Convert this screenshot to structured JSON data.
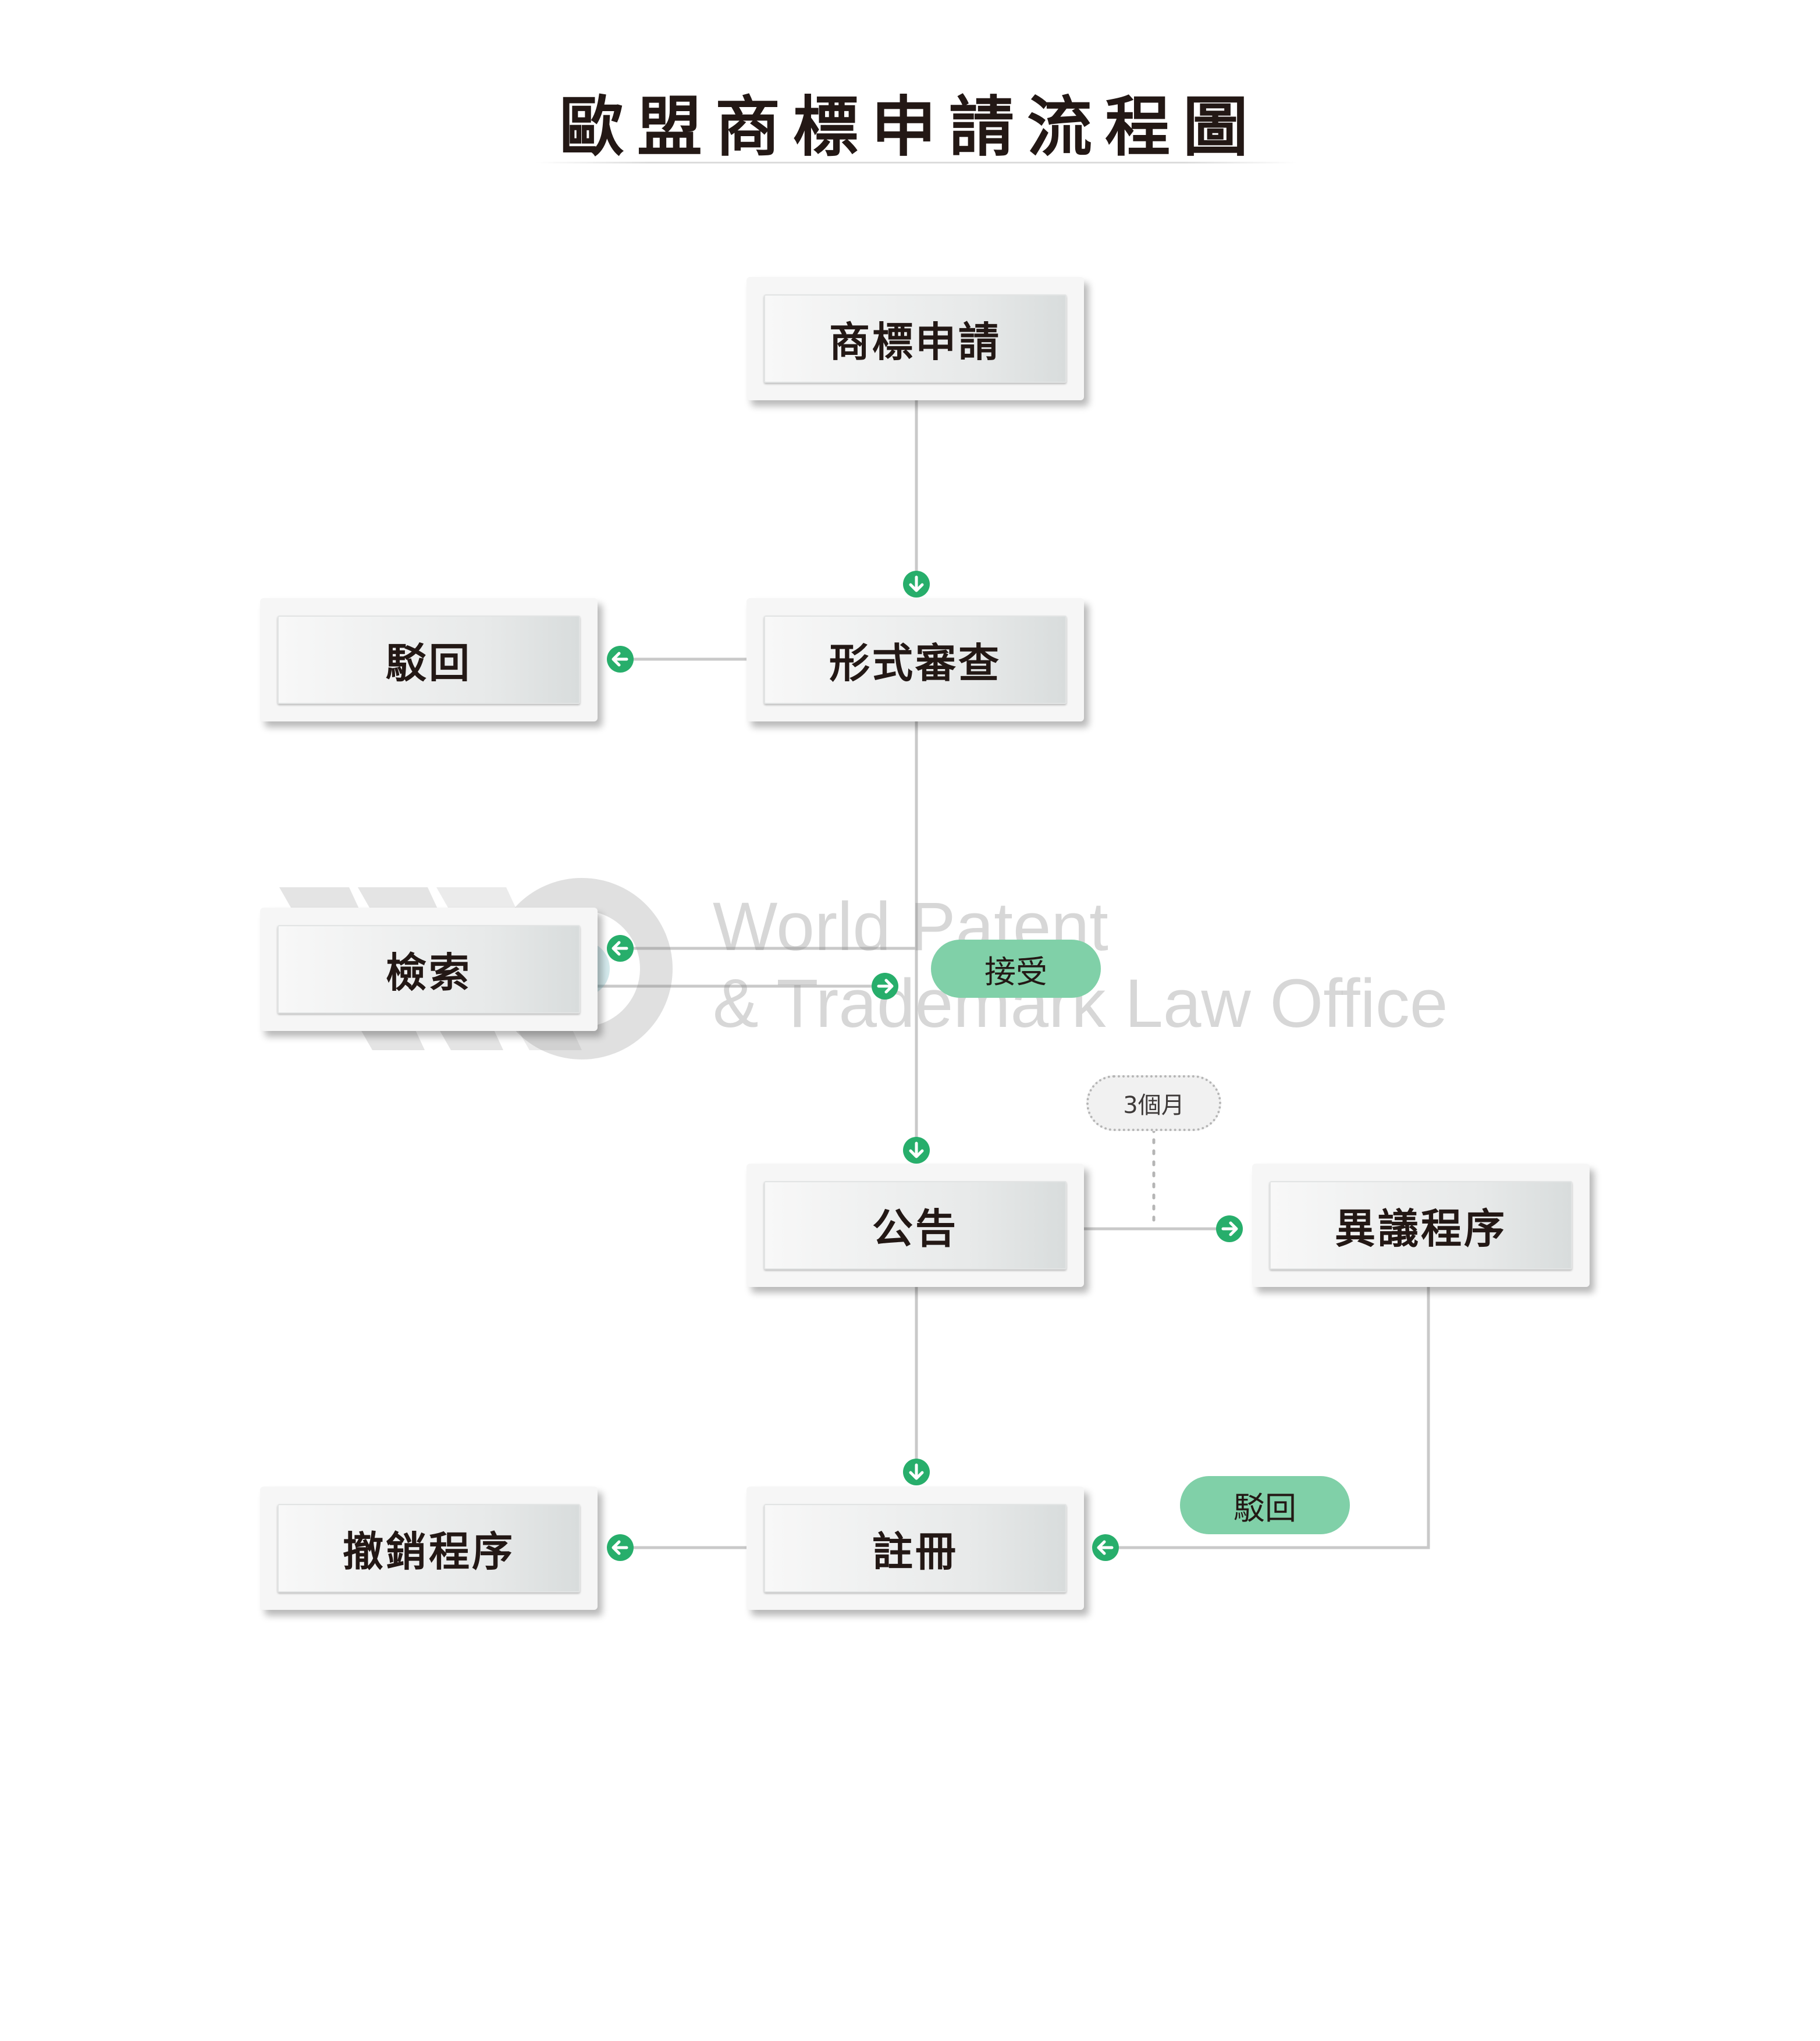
{
  "title": "歐盟商標申請流程圖",
  "nodes": {
    "apply": "商標申請",
    "formal_exam": "形式審查",
    "reject_top": "駁回",
    "search": "檢索",
    "publication": "公告",
    "opposition": "異議程序",
    "registration": "註冊",
    "cancellation": "撤銷程序"
  },
  "labels": {
    "accept": "接受",
    "reject": "駁回",
    "period": "3個月"
  },
  "watermark": {
    "line1": "World Patent",
    "line2": "& Trademark Law Office"
  },
  "colors": {
    "arrow": "#27ae6b",
    "pill": "#80d0a8",
    "connector": "#c9c9c9"
  },
  "icons": {
    "arrow_down": "arrow-down-icon",
    "arrow_left": "arrow-left-icon",
    "arrow_right": "arrow-right-icon",
    "logo": "wo-logo"
  }
}
